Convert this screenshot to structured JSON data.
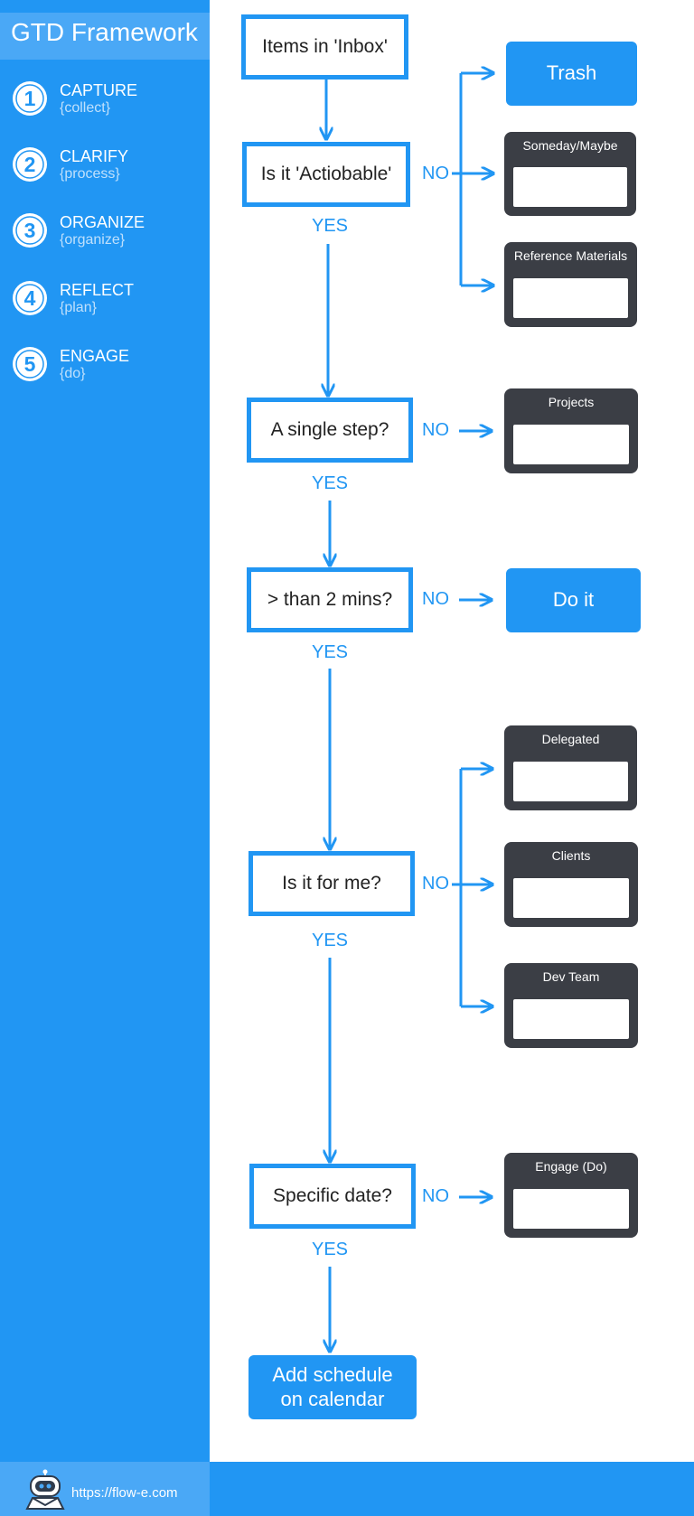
{
  "sidebar": {
    "title": "GTD Framework",
    "steps": [
      {
        "number": "1",
        "name": "CAPTURE",
        "sub": "{collect}"
      },
      {
        "number": "2",
        "name": "CLARIFY",
        "sub": "{process}"
      },
      {
        "number": "3",
        "name": "ORGANIZE",
        "sub": "{organize}"
      },
      {
        "number": "4",
        "name": "REFLECT",
        "sub": "{plan}"
      },
      {
        "number": "5",
        "name": "ENGAGE",
        "sub": "{do}"
      }
    ]
  },
  "flow": {
    "inbox": "Items in 'Inbox'",
    "q_actionable": "Is it 'Actiobable'",
    "q_single_step": "A single step?",
    "q_two_mins": "> than 2 mins?",
    "q_for_me": "Is it for me?",
    "q_specific_date": "Specific date?",
    "yes": "YES",
    "no": "NO",
    "trash": "Trash",
    "do_it": "Do it",
    "add_schedule_line1": "Add schedule",
    "add_schedule_line2": "on calendar"
  },
  "folders": {
    "someday": "Someday/Maybe",
    "reference": "Reference Materials",
    "projects": "Projects",
    "delegated": "Delegated",
    "clients": "Clients",
    "dev_team": "Dev Team",
    "engage": "Engage (Do)"
  },
  "footer": {
    "url": "https://flow-e.com"
  },
  "colors": {
    "accent": "#2196f3",
    "accent_light": "#4aa8f6",
    "folder": "#3b3e45",
    "background": "#ffffff"
  },
  "icons": {
    "step_badge": "numbered-circle-icon",
    "arrow": "arrow-right-icon",
    "footer_logo": "robot-icon"
  }
}
